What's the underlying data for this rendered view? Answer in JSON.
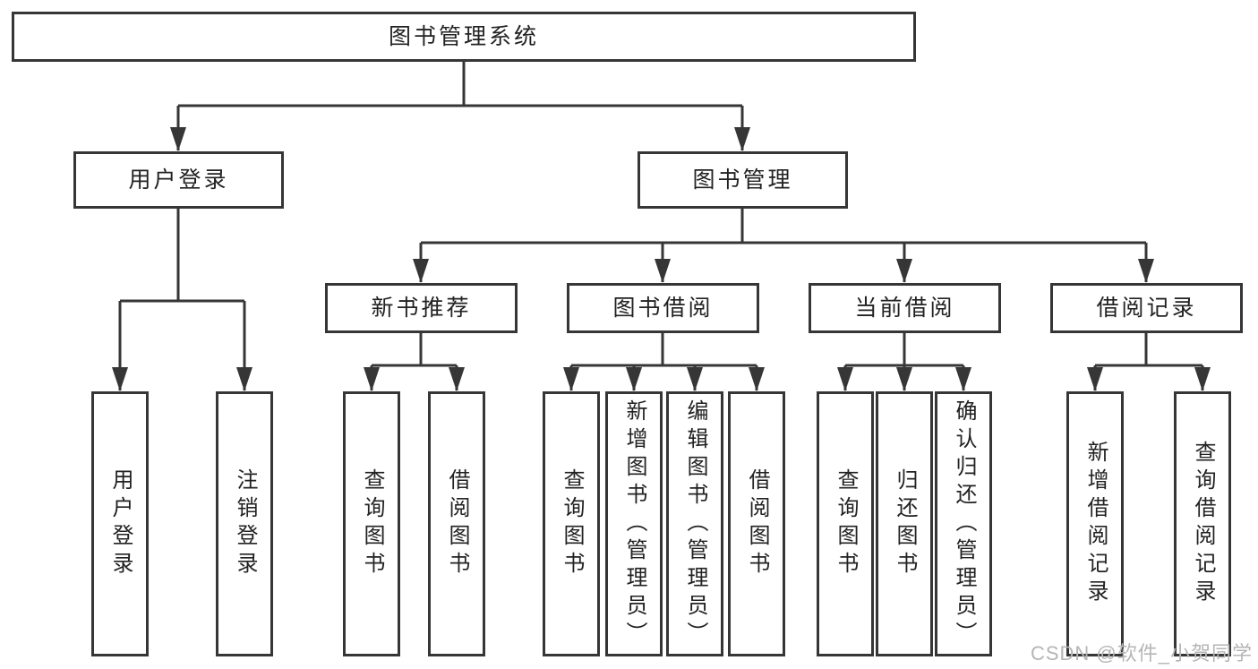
{
  "diagram": {
    "root": {
      "label": "图书管理系统"
    },
    "user_login": {
      "label": "用户登录",
      "leaves": [
        {
          "label": "用户登录"
        },
        {
          "label": "注销登录"
        }
      ]
    },
    "book_mgmt": {
      "label": "图书管理",
      "new_book_rec": {
        "label": "新书推荐",
        "leaves": [
          {
            "label": "查询图书"
          },
          {
            "label": "借阅图书"
          }
        ]
      },
      "book_borrow": {
        "label": "图书借阅",
        "leaves": [
          {
            "label": "查询图书"
          },
          {
            "label": "新增图书（管理员）"
          },
          {
            "label": "编辑图书（管理员）"
          },
          {
            "label": "借阅图书"
          }
        ]
      },
      "current_borrow": {
        "label": "当前借阅",
        "leaves": [
          {
            "label": "查询图书"
          },
          {
            "label": "归还图书"
          },
          {
            "label": "确认归还（管理员）"
          }
        ]
      },
      "borrow_records": {
        "label": "借阅记录",
        "leaves": [
          {
            "label": "新增借阅记录"
          },
          {
            "label": "查询借阅记录"
          }
        ]
      }
    }
  },
  "watermark": "CSDN @软件_小贺同学",
  "colors": {
    "line": "#363636",
    "text": "#222222",
    "watermark": "#b5b5b5",
    "background": "#ffffff"
  }
}
